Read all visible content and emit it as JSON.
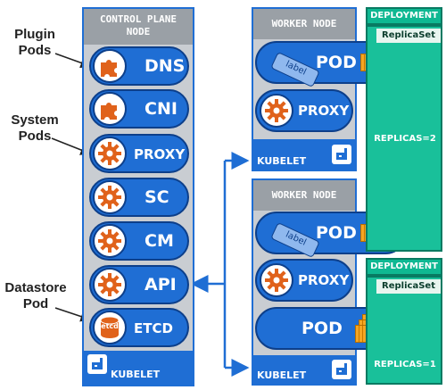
{
  "side_labels": {
    "plugin": [
      "Plugin",
      "Pods"
    ],
    "system": [
      "System",
      "Pods"
    ],
    "datastore": [
      "Datastore",
      "Pod"
    ]
  },
  "control_plane": {
    "title_line1": "CONTROL PLANE",
    "title_line2": "NODE",
    "items": [
      {
        "label": "DNS",
        "icon": "puzzle-icon"
      },
      {
        "label": "CNI",
        "icon": "puzzle-icon"
      },
      {
        "label": "PROXY",
        "icon": "gear-icon"
      },
      {
        "label": "SC",
        "icon": "gear-icon"
      },
      {
        "label": "CM",
        "icon": "gear-icon"
      },
      {
        "label": "API",
        "icon": "gear-icon"
      },
      {
        "label": "ETCD",
        "icon": "database-icon",
        "icon_text": "etcd"
      }
    ],
    "kubelet": "KUBELET"
  },
  "worker1": {
    "title": "WORKER NODE",
    "pod": "POD",
    "tag": "label",
    "proxy": "PROXY",
    "kubelet": "KUBELET"
  },
  "worker2": {
    "title": "WORKER NODE",
    "pod1": "POD",
    "tag": "label",
    "proxy": "PROXY",
    "pod2": "POD",
    "kubelet": "KUBELET"
  },
  "deployment1": {
    "title": "DEPLOYMENT",
    "replicaset": "ReplicaSet",
    "replicas": "REPLICAS=2"
  },
  "deployment2": {
    "title": "DEPLOYMENT",
    "replicaset": "ReplicaSet",
    "replicas": "REPLICAS=1"
  },
  "colors": {
    "blue": "#1f6ed4",
    "panel": "#c9cdd2",
    "head": "#9aa0a6",
    "green": "#19c09a",
    "orange": "#e0621b"
  }
}
